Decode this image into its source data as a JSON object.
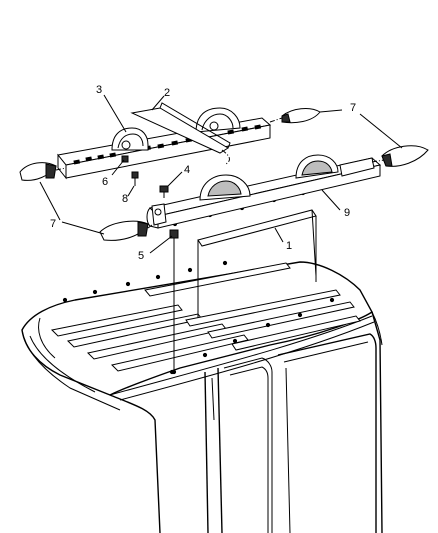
{
  "callouts": [
    {
      "id": "c1",
      "label": "1"
    },
    {
      "id": "c2",
      "label": "2"
    },
    {
      "id": "c3",
      "label": "3"
    },
    {
      "id": "c4",
      "label": "4"
    },
    {
      "id": "c5",
      "label": "5"
    },
    {
      "id": "c6",
      "label": "6"
    },
    {
      "id": "c7a",
      "label": "7"
    },
    {
      "id": "c7b",
      "label": "7"
    },
    {
      "id": "c8",
      "label": "8"
    },
    {
      "id": "c9",
      "label": "9"
    }
  ]
}
